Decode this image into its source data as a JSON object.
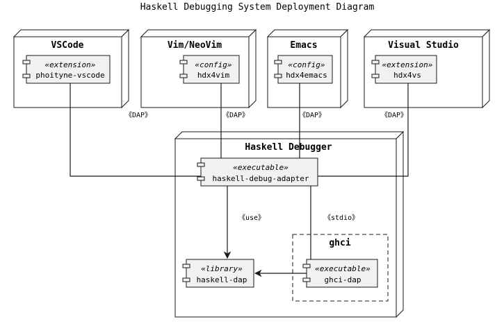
{
  "title": "Haskell Debugging System Deployment Diagram",
  "nodes": {
    "vscode": {
      "label": "VSCode",
      "component": {
        "stereotype": "«extension»",
        "name": "phoityne-vscode"
      }
    },
    "vim": {
      "label": "Vim/NeoVim",
      "component": {
        "stereotype": "«config»",
        "name": "hdx4vim"
      }
    },
    "emacs": {
      "label": "Emacs",
      "component": {
        "stereotype": "«config»",
        "name": "hdx4emacs"
      }
    },
    "vs": {
      "label": "Visual Studio",
      "component": {
        "stereotype": "«extension»",
        "name": "hdx4vs"
      }
    },
    "debugger": {
      "label": "Haskell Debugger",
      "adapter": {
        "stereotype": "«executable»",
        "name": "haskell-debug-adapter"
      },
      "library": {
        "stereotype": "«library»",
        "name": "haskell-dap"
      },
      "ghci": {
        "label": "ghci",
        "component": {
          "stereotype": "«executable»",
          "name": "ghci-dap"
        }
      }
    }
  },
  "edges": {
    "dap_vscode": "《DAP》",
    "dap_vim": "《DAP》",
    "dap_emacs": "《DAP》",
    "dap_vs": "《DAP》",
    "use": "《use》",
    "stdio": "《stdio》"
  },
  "colors": {
    "stroke": "#181818",
    "component_fill": "#f1f1f1",
    "node_fill": "#ffffff"
  }
}
